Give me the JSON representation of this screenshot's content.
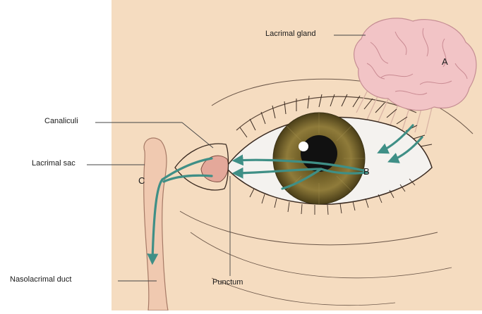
{
  "labels": {
    "lacrimal_gland": "Lacrimal gland",
    "canaliculi": "Canaliculi",
    "lacrimal_sac": "Lacrimal sac",
    "nasolacrimal_duct": "Nasolacrimal duct",
    "punctum": "Punctum"
  },
  "markers": {
    "a": "A",
    "b": "B",
    "c": "C"
  },
  "colors": {
    "skin": "#f5dcc0",
    "background": "#ffffff",
    "tear_flow": "#3f8f86",
    "gland": "#f2c4c6",
    "iris": "#7c6a2e",
    "pupil": "#111111",
    "sclera": "#f4f2ef",
    "duct": "#f0c9b0"
  }
}
